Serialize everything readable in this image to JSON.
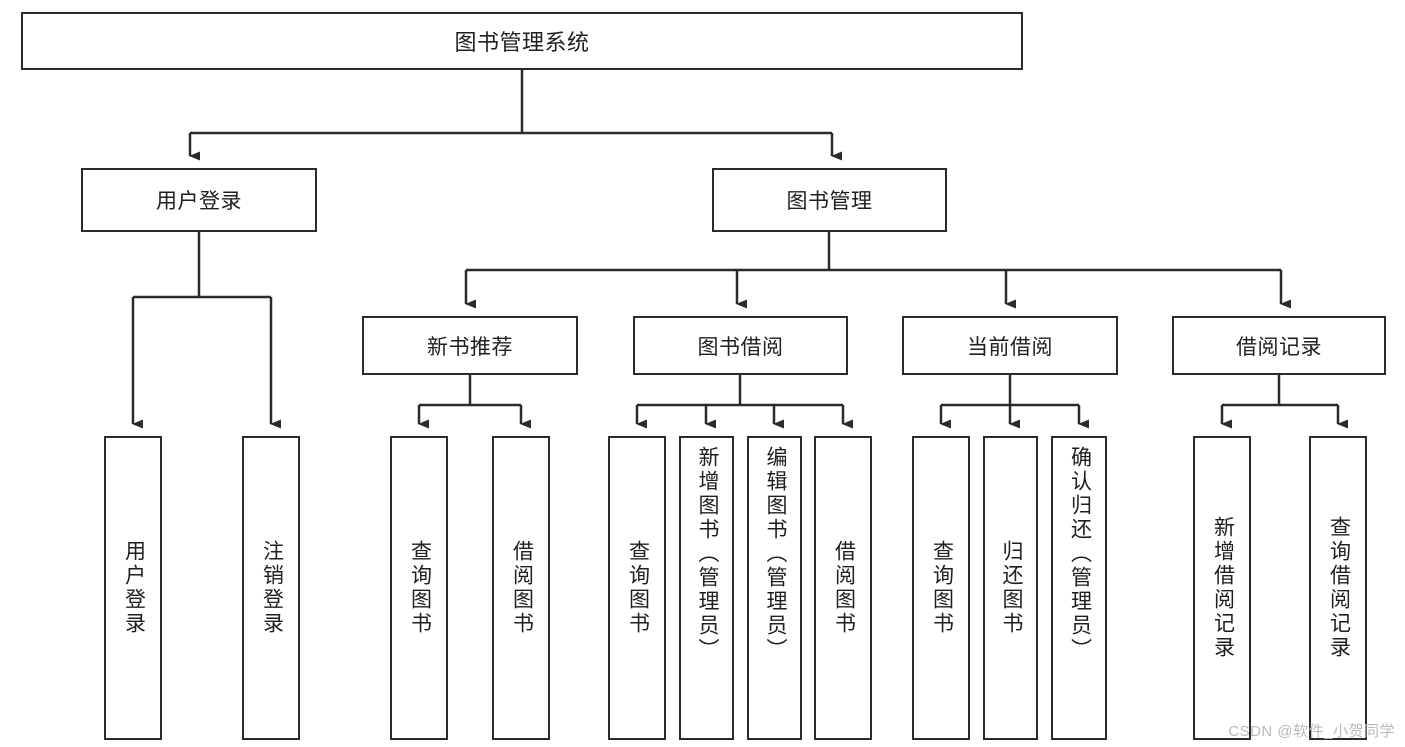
{
  "diagram": {
    "title": "图书管理系统",
    "type": "function-structure-tree",
    "orientation": "top-down",
    "box_fill": "#ffffff",
    "box_stroke": "#2b2b2b",
    "edge_color": "#2b2b2b"
  },
  "root": {
    "label": "图书管理系统"
  },
  "level2": [
    {
      "id": "user-login",
      "label": "用户登录"
    },
    {
      "id": "book-manage",
      "label": "图书管理"
    }
  ],
  "level3": [
    {
      "id": "new-book-recommend",
      "label": "新书推荐"
    },
    {
      "id": "book-borrow",
      "label": "图书借阅"
    },
    {
      "id": "current-borrow",
      "label": "当前借阅"
    },
    {
      "id": "borrow-records",
      "label": "借阅记录"
    }
  ],
  "leaves": {
    "user_login": [
      {
        "id": "leaf-user-login",
        "label": "用户登录"
      },
      {
        "id": "leaf-user-logout",
        "label": "注销登录"
      }
    ],
    "new_book_recommend": [
      {
        "id": "leaf-query-book-1",
        "label": "查询图书"
      },
      {
        "id": "leaf-borrow-book-1",
        "label": "借阅图书"
      }
    ],
    "book_borrow": [
      {
        "id": "leaf-query-book-2",
        "label": "查询图书"
      },
      {
        "id": "leaf-add-book",
        "label": "新增图书（管理员）"
      },
      {
        "id": "leaf-edit-book",
        "label": "编辑图书（管理员）"
      },
      {
        "id": "leaf-borrow-book-2",
        "label": "借阅图书"
      }
    ],
    "current_borrow": [
      {
        "id": "leaf-query-book-3",
        "label": "查询图书"
      },
      {
        "id": "leaf-return-book",
        "label": "归还图书"
      },
      {
        "id": "leaf-confirm-return",
        "label": "确认归还（管理员）"
      }
    ],
    "borrow_records": [
      {
        "id": "leaf-add-record",
        "label": "新增借阅记录"
      },
      {
        "id": "leaf-query-record",
        "label": "查询借阅记录"
      }
    ]
  },
  "watermark": {
    "text": "CSDN @软件_小贺同学"
  }
}
